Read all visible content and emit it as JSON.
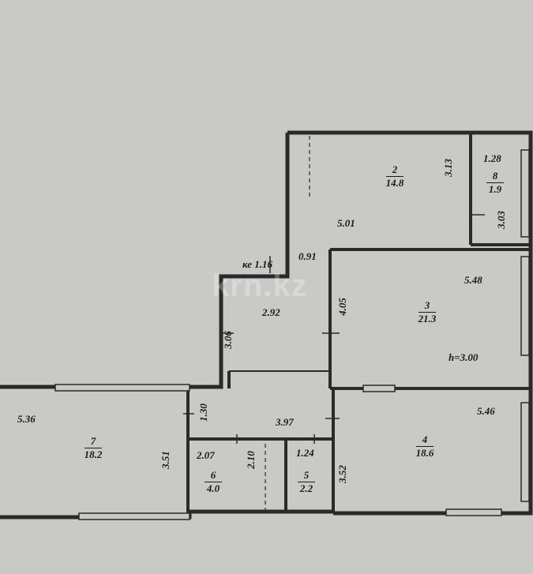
{
  "watermark": "krn.kz",
  "rooms": [
    {
      "id": "2",
      "area": "14.8"
    },
    {
      "id": "8",
      "area": "1.9"
    },
    {
      "id": "3",
      "area": "21.3"
    },
    {
      "id": "4",
      "area": "18.6"
    },
    {
      "id": "7",
      "area": "18.2"
    },
    {
      "id": "6",
      "area": "4.0"
    },
    {
      "id": "5",
      "area": "2.2"
    }
  ],
  "dimensions": {
    "d_313": "3.13",
    "d_128": "1.28",
    "d_303": "3.03",
    "d_501": "5.01",
    "d_091": "0.91",
    "d_ke": "ке 1.16",
    "d_548": "5.48",
    "d_405": "4.05",
    "d_292": "2.92",
    "d_306": "3.06",
    "d_546": "5.46",
    "d_352": "3.52",
    "d_536": "5.36",
    "d_351": "3.51",
    "d_130": "1.30",
    "d_397": "3.97",
    "d_124": "1.24",
    "d_207": "2.07",
    "d_210": "2.10"
  },
  "ceiling_height": "h=3.00"
}
